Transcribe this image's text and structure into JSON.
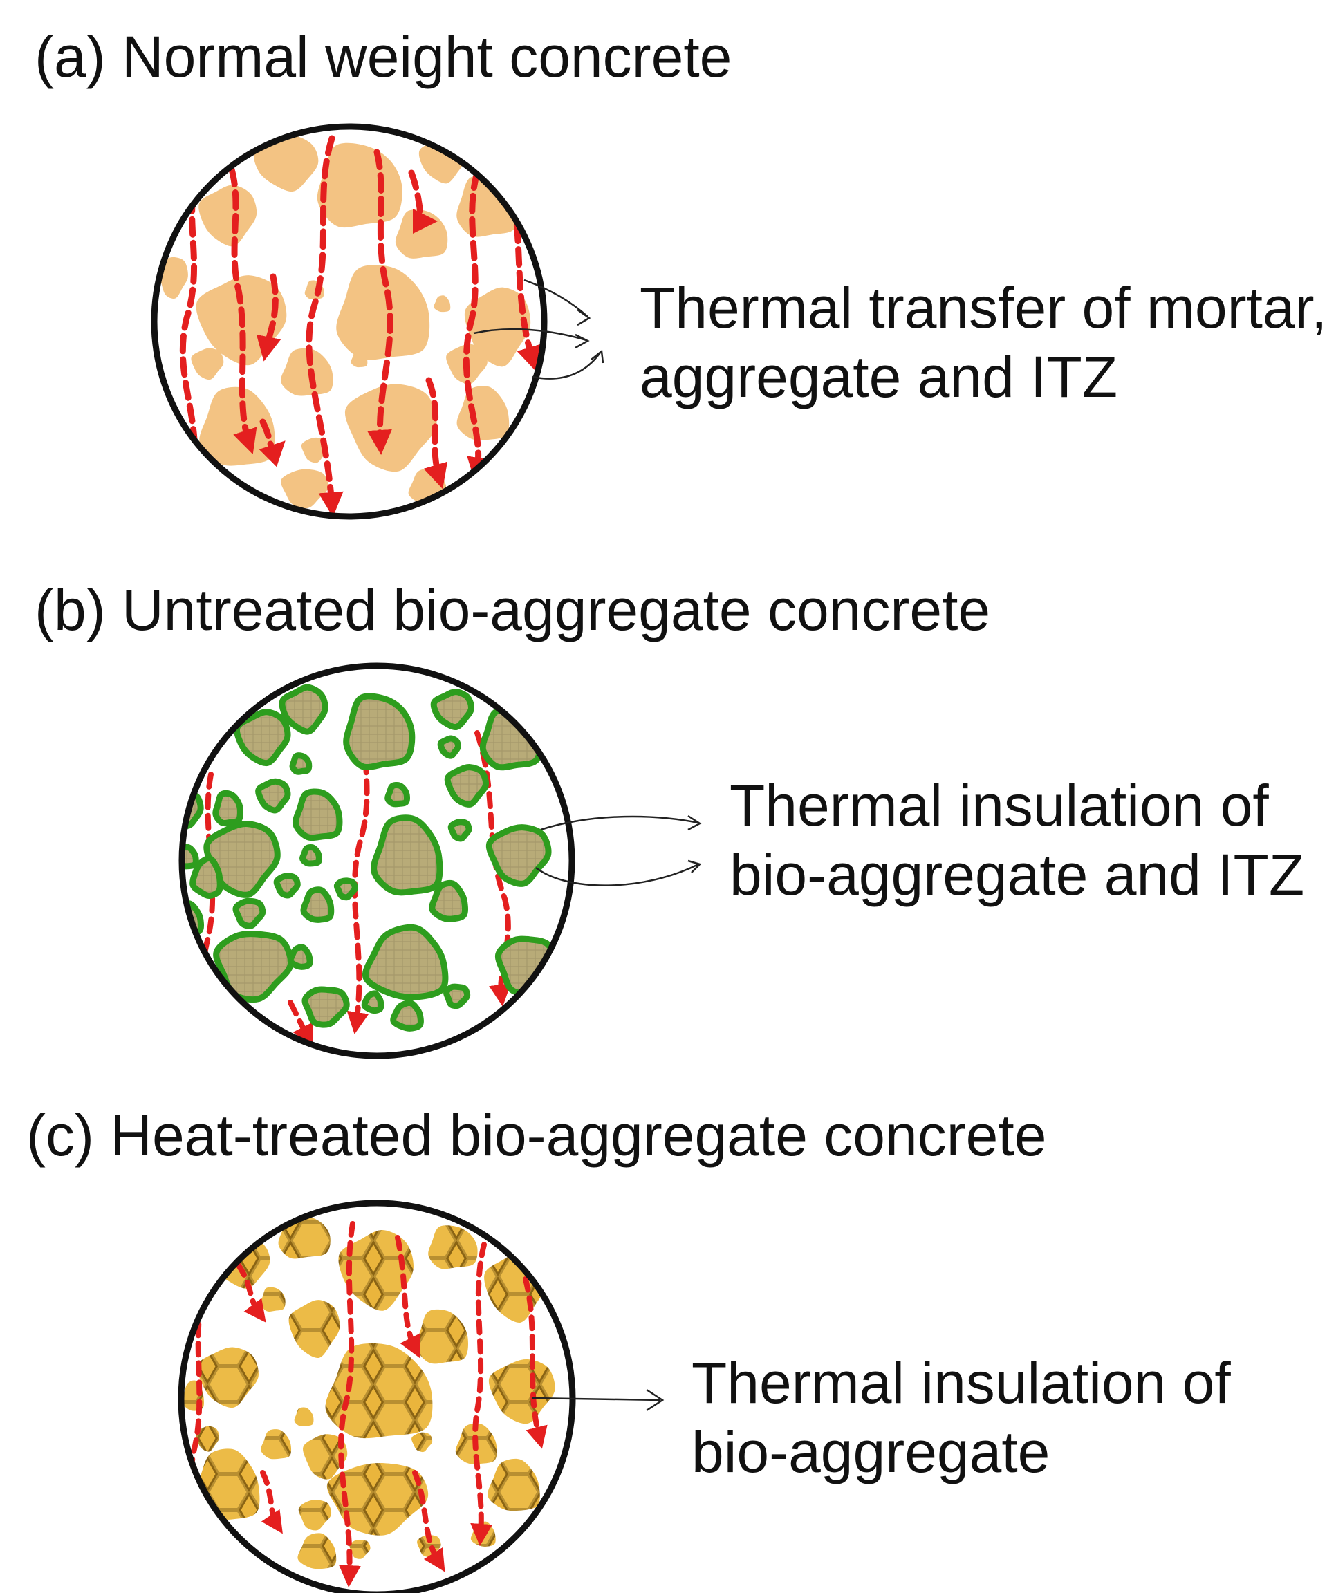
{
  "panels": [
    {
      "id": "a",
      "title": "(a) Normal weight concrete",
      "caption_lines": [
        "Thermal transfer of mortar,",
        "aggregate and ITZ"
      ],
      "aggregate_fill": "#f3c383",
      "ring_color": null,
      "heat_flow_color": "#e41f1f"
    },
    {
      "id": "b",
      "title": "(b) Untreated bio-aggregate concrete",
      "caption_lines": [
        "Thermal insulation of",
        "bio-aggregate and ITZ"
      ],
      "aggregate_fill": "#b8ab78",
      "ring_color": "#2e9d1e",
      "heat_flow_color": "#e41f1f"
    },
    {
      "id": "c",
      "title": "(c) Heat-treated bio-aggregate concrete",
      "caption_lines": [
        "Thermal insulation of",
        "bio-aggregate"
      ],
      "aggregate_fill": "#eab53c",
      "ring_color": null,
      "pore_pattern": "honeycomb",
      "heat_flow_color": "#e41f1f"
    }
  ],
  "icons": {
    "arrows": "hand-drawn-leader-arrow",
    "heat_flow": "dashed-red-arrow"
  }
}
